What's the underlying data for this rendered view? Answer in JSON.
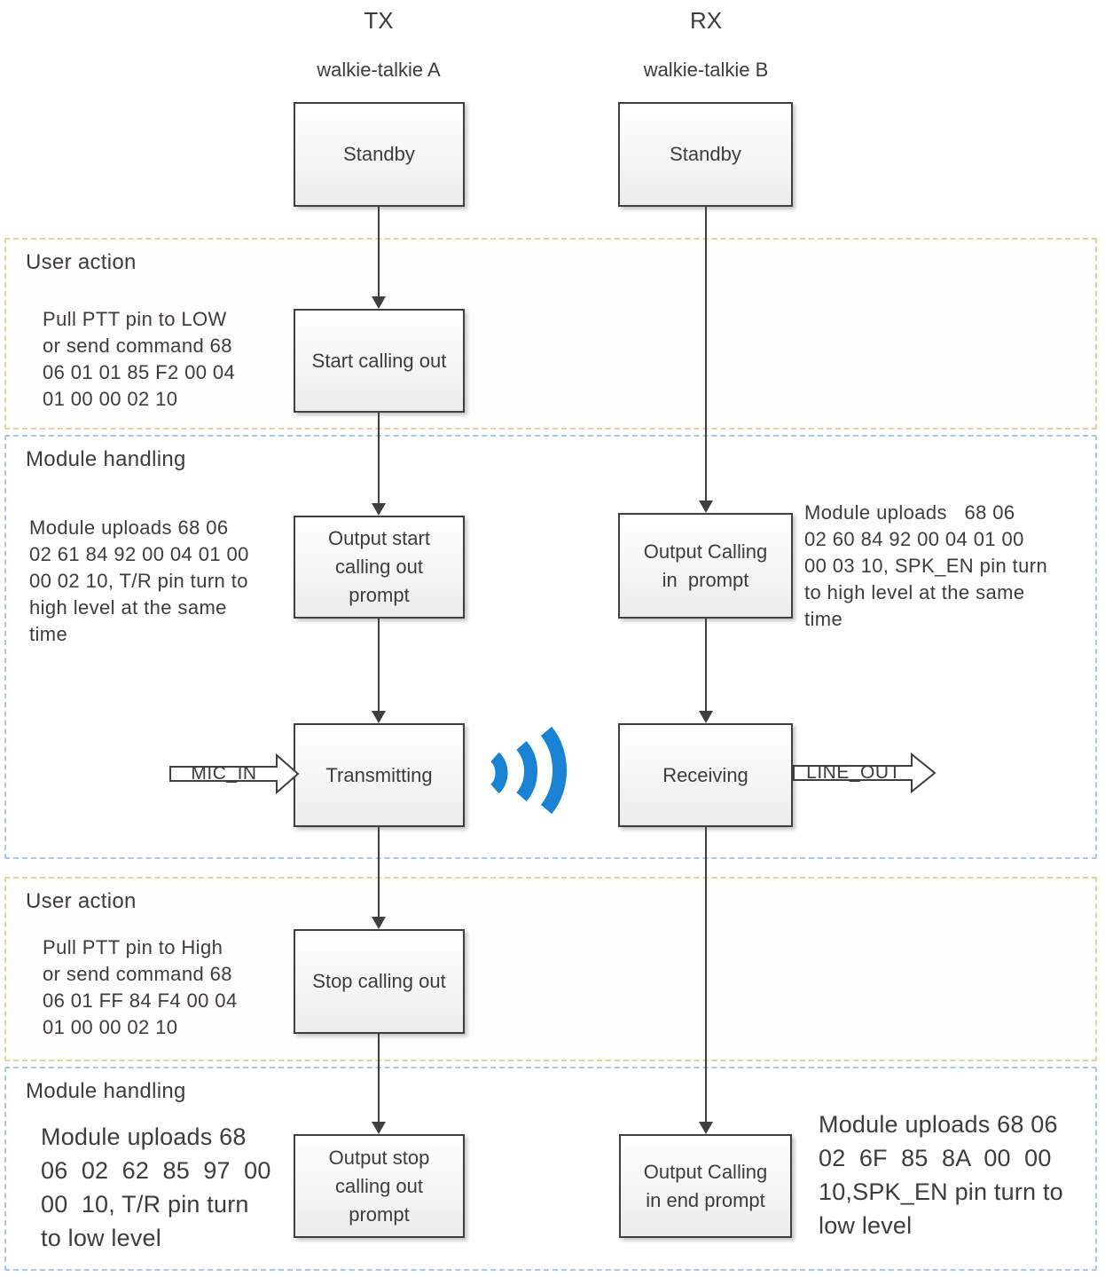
{
  "diagram": {
    "columns": {
      "tx": {
        "header": "TX",
        "subheader": "walkie-talkie A"
      },
      "rx": {
        "header": "RX",
        "subheader": "walkie-talkie B"
      }
    },
    "bands": {
      "user_action_1": {
        "title": "User action",
        "note": "Pull PTT pin to LOW\nor send command 68\n06 01 01 85 F2 00 04\n01 00 00 02 10"
      },
      "module_handling_1": {
        "title": "Module handling",
        "note_tx": "Module uploads 68 06\n02 61 84 92 00 04 01 00\n00 02 10, T/R pin turn to\nhigh level at the same\ntime",
        "note_rx": "Module uploads   68 06\n02 60 84 92 00 04 01 00\n00 03 10, SPK_EN pin turn\nto high level at the same\ntime"
      },
      "user_action_2": {
        "title": "User action",
        "note": "Pull PTT pin to High\nor send command 68\n06 01 FF 84 F4 00 04\n01 00 00 02 10"
      },
      "module_handling_2": {
        "title": "Module handling",
        "note_tx": "Module uploads 68\n06  02  62  85  97  00\n00  10, T/R pin turn\nto low level",
        "note_rx": "Module uploads 68 06\n02  6F  85  8A  00  00\n10,SPK_EN pin turn to\nlow level"
      }
    },
    "boxes": {
      "tx_standby": "Standby",
      "rx_standby": "Standby",
      "start_calling_out": "Start calling out",
      "output_start_calling_out_prompt": "Output start\ncalling out\nprompt",
      "output_calling_in_prompt": "Output Calling\nin  prompt",
      "transmitting": "Transmitting",
      "receiving": "Receiving",
      "stop_calling_out": "Stop calling out",
      "output_stop_calling_out_prompt": "Output stop\ncalling out\nprompt",
      "output_calling_in_end_prompt": "Output Calling\nin end prompt"
    },
    "signals": {
      "mic_in": "MIC_IN",
      "line_out": "LINE_OUT"
    },
    "colors": {
      "user_action_border": "#e9cf9f",
      "module_handling_border": "#a5c9e6",
      "box_border": "#3f3f3f",
      "text": "#3c3c3c",
      "signal_wave_blue": "#1a82d4"
    }
  }
}
